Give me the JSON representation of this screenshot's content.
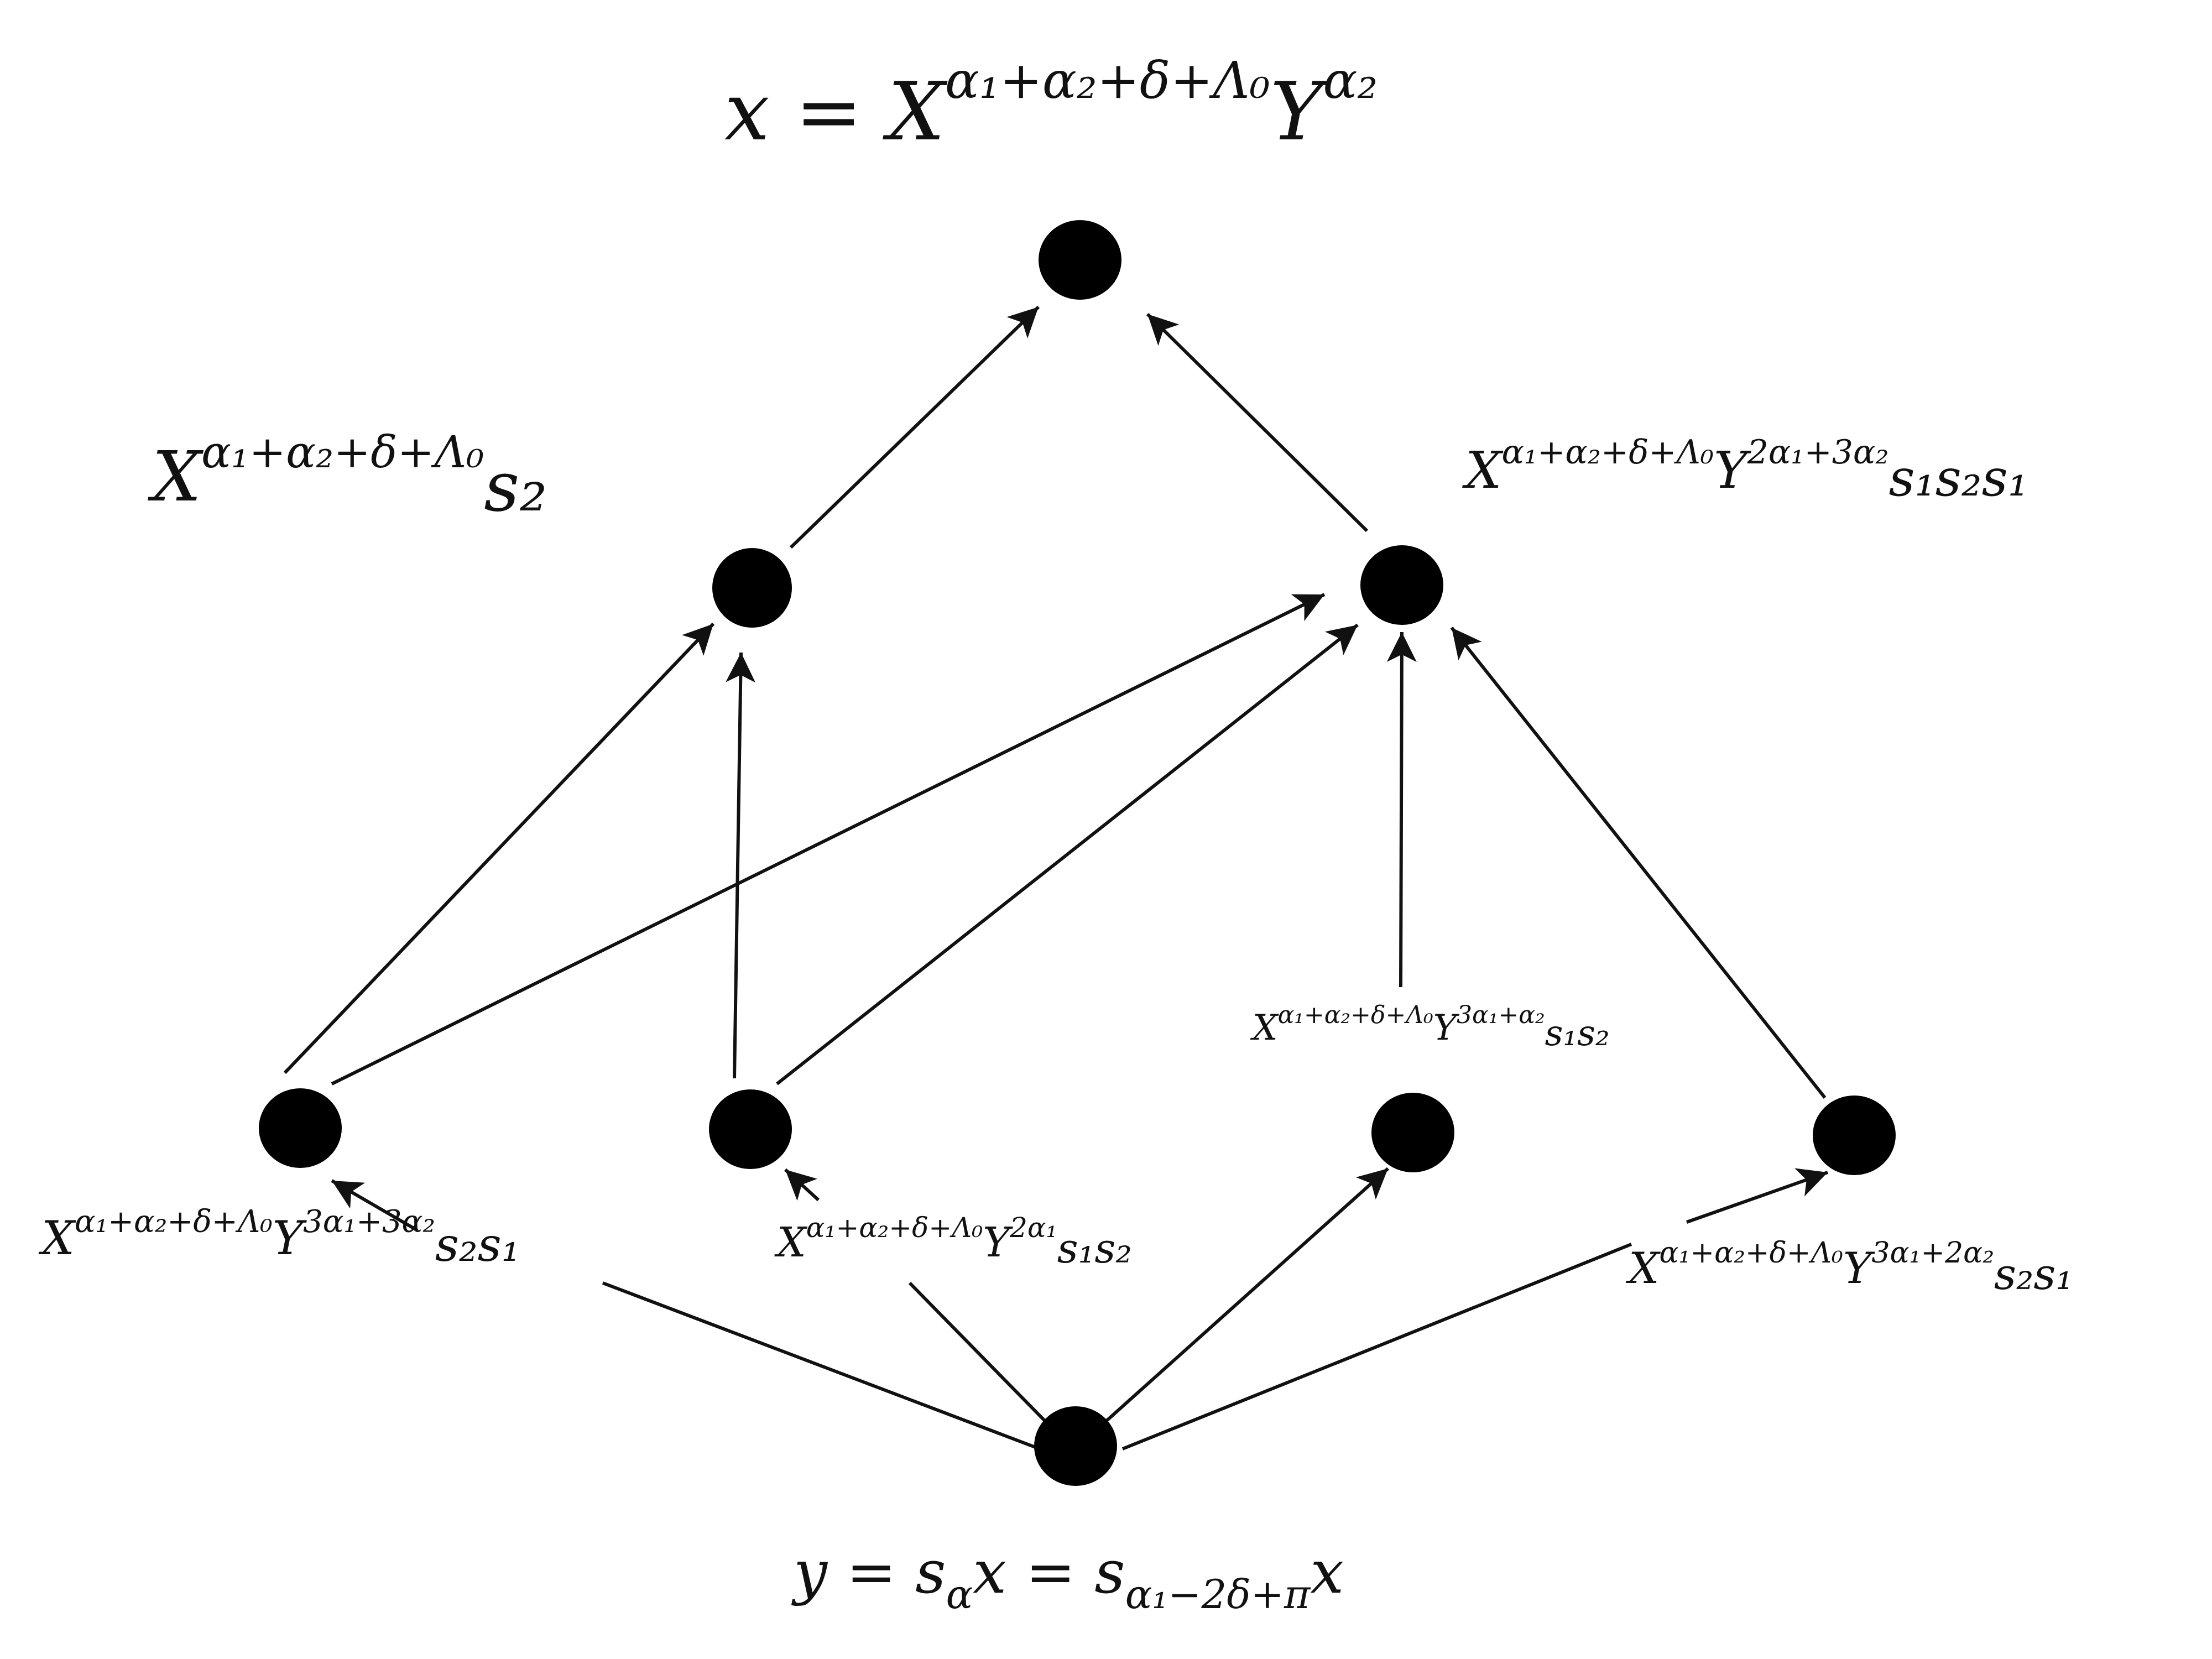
{
  "diagram": {
    "labels": {
      "top": {
        "base": "x = X",
        "sup": "α₁+α₂+δ+Λ₀",
        "mid": "Y",
        "sup2": "α₂",
        "tail": ""
      },
      "upper_left": {
        "base": "X",
        "sup": "α₁+α₂+δ+Λ₀",
        "mid": "",
        "sup2": "",
        "tail": "s₂"
      },
      "upper_right": {
        "base": "X",
        "sup": "α₁+α₂+δ+Λ₀",
        "mid": "Y",
        "sup2": "2α₁+3α₂",
        "tail": "s₁s₂s₁"
      },
      "mid_right": {
        "base": "X",
        "sup": "α₁+α₂+δ+Λ₀",
        "mid": "Y",
        "sup2": "3α₁+α₂",
        "tail": "s₁s₂"
      },
      "lower_left": {
        "base": "X",
        "sup": "α₁+α₂+δ+Λ₀",
        "mid": "Y",
        "sup2": "3α₁+3α₂",
        "tail": "s₂s₁"
      },
      "lower_center": {
        "base": "X",
        "sup": "α₁+α₂+δ+Λ₀",
        "mid": "Y",
        "sup2": "2α₁",
        "tail": "s₁s₂"
      },
      "lower_right": {
        "base": "X",
        "sup": "α₁+α₂+δ+Λ₀",
        "mid": "Y",
        "sup2": "3α₁+2α₂",
        "tail": "s₂s₁"
      },
      "bottom": {
        "base": "y = s",
        "sub": "α",
        "mid": "x = s",
        "sub2": "α₁−2δ+π",
        "tail": "x"
      }
    },
    "edge_color": "#111111",
    "node_color": "#000000"
  }
}
